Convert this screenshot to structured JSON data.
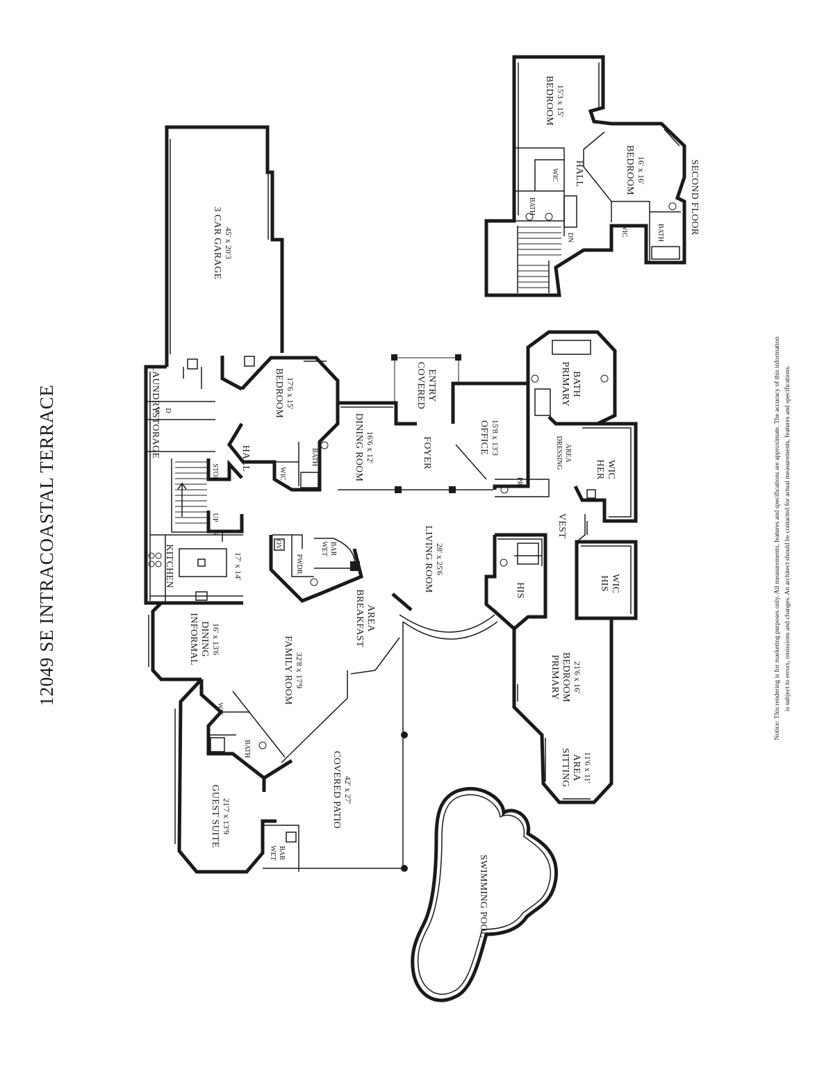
{
  "title": "12049 SE INTRACOASTAL TERRACE",
  "notice": {
    "line1": "Notice: This rendering is for marketing purposes only. All measurements, features and specifications are approximate. The accuracy of this information",
    "line2": "is subject to errors, omissions and changes. An architect should be contacted for actual measurements, features and specifications."
  },
  "second_floor_label": "SECOND FLOOR",
  "rooms": {
    "garage": {
      "name": "3 CAR GARAGE",
      "dims": "45' x 20'3"
    },
    "laundry": "LAUNDRY",
    "storage": "STORAGE",
    "washer": "W",
    "dryer": "D",
    "hall": "HALL",
    "stor": "STOR",
    "up": "UP",
    "r": "R",
    "bedroom": {
      "name": "BEDROOM",
      "dims": "17'6 x 15'"
    },
    "wic": "WIC",
    "bath": "BATH",
    "dining": {
      "name": "DINING ROOM",
      "dims": "16'6 x 12'"
    },
    "covered_entry": {
      "line1": "COVERED",
      "line2": "ENTRY"
    },
    "foyer": "FOYER",
    "office": {
      "name": "OFFICE",
      "dims": "15'8 x 13'3"
    },
    "pr": "PR",
    "primary_bath": {
      "line1": "PRIMARY",
      "line2": "BATH"
    },
    "dressing": {
      "line1": "DRESSING",
      "line2": "AREA"
    },
    "her_wic": {
      "line1": "HER",
      "line2": "WIC"
    },
    "vest": "VEST",
    "his_wic": {
      "line1": "HIS",
      "line2": "WIC"
    },
    "his": "HIS",
    "kitchen": {
      "name": "KITCHEN",
      "dims": "17' x 14'"
    },
    "ov": "OV",
    "pwdr": "PWDR",
    "wet_bar": {
      "line1": "WET",
      "line2": "BAR"
    },
    "living": {
      "name": "LIVING ROOM",
      "dims": "28' x 25'6"
    },
    "informal": {
      "line1": "INFORMAL",
      "line2": "DINING",
      "dims": "16' x 13'6"
    },
    "family": {
      "name": "FAMILY ROOM",
      "dims": "32'8 x 17'9"
    },
    "breakfast": {
      "line1": "BREAKFAST",
      "line2": "AREA"
    },
    "primary_bedroom": {
      "line1": "PRIMARY",
      "line2": "BEDROOM",
      "dims": "21'6 x 16'"
    },
    "sitting": {
      "line1": "SITTING",
      "line2": "AREA",
      "dims": "11'6 x 11'"
    },
    "guest": {
      "name": "GUEST SUITE",
      "dims": "21'7 x 13'9"
    },
    "patio": {
      "name": "COVERED PATIO",
      "dims": "42' x 27'"
    },
    "pool": "SWIMMING POOL",
    "upper_bedroom1": {
      "name": "BEDROOM",
      "dims": "15'3 x 15'"
    },
    "upper_bedroom2": {
      "name": "BEDROOM",
      "dims": "16' x 16'"
    },
    "upper_hall": "HALL",
    "upper_wic1": "WIC",
    "upper_bath1": "BATH",
    "upper_wic2": "WIC",
    "upper_bath2": "BATH",
    "dn": "DN"
  }
}
